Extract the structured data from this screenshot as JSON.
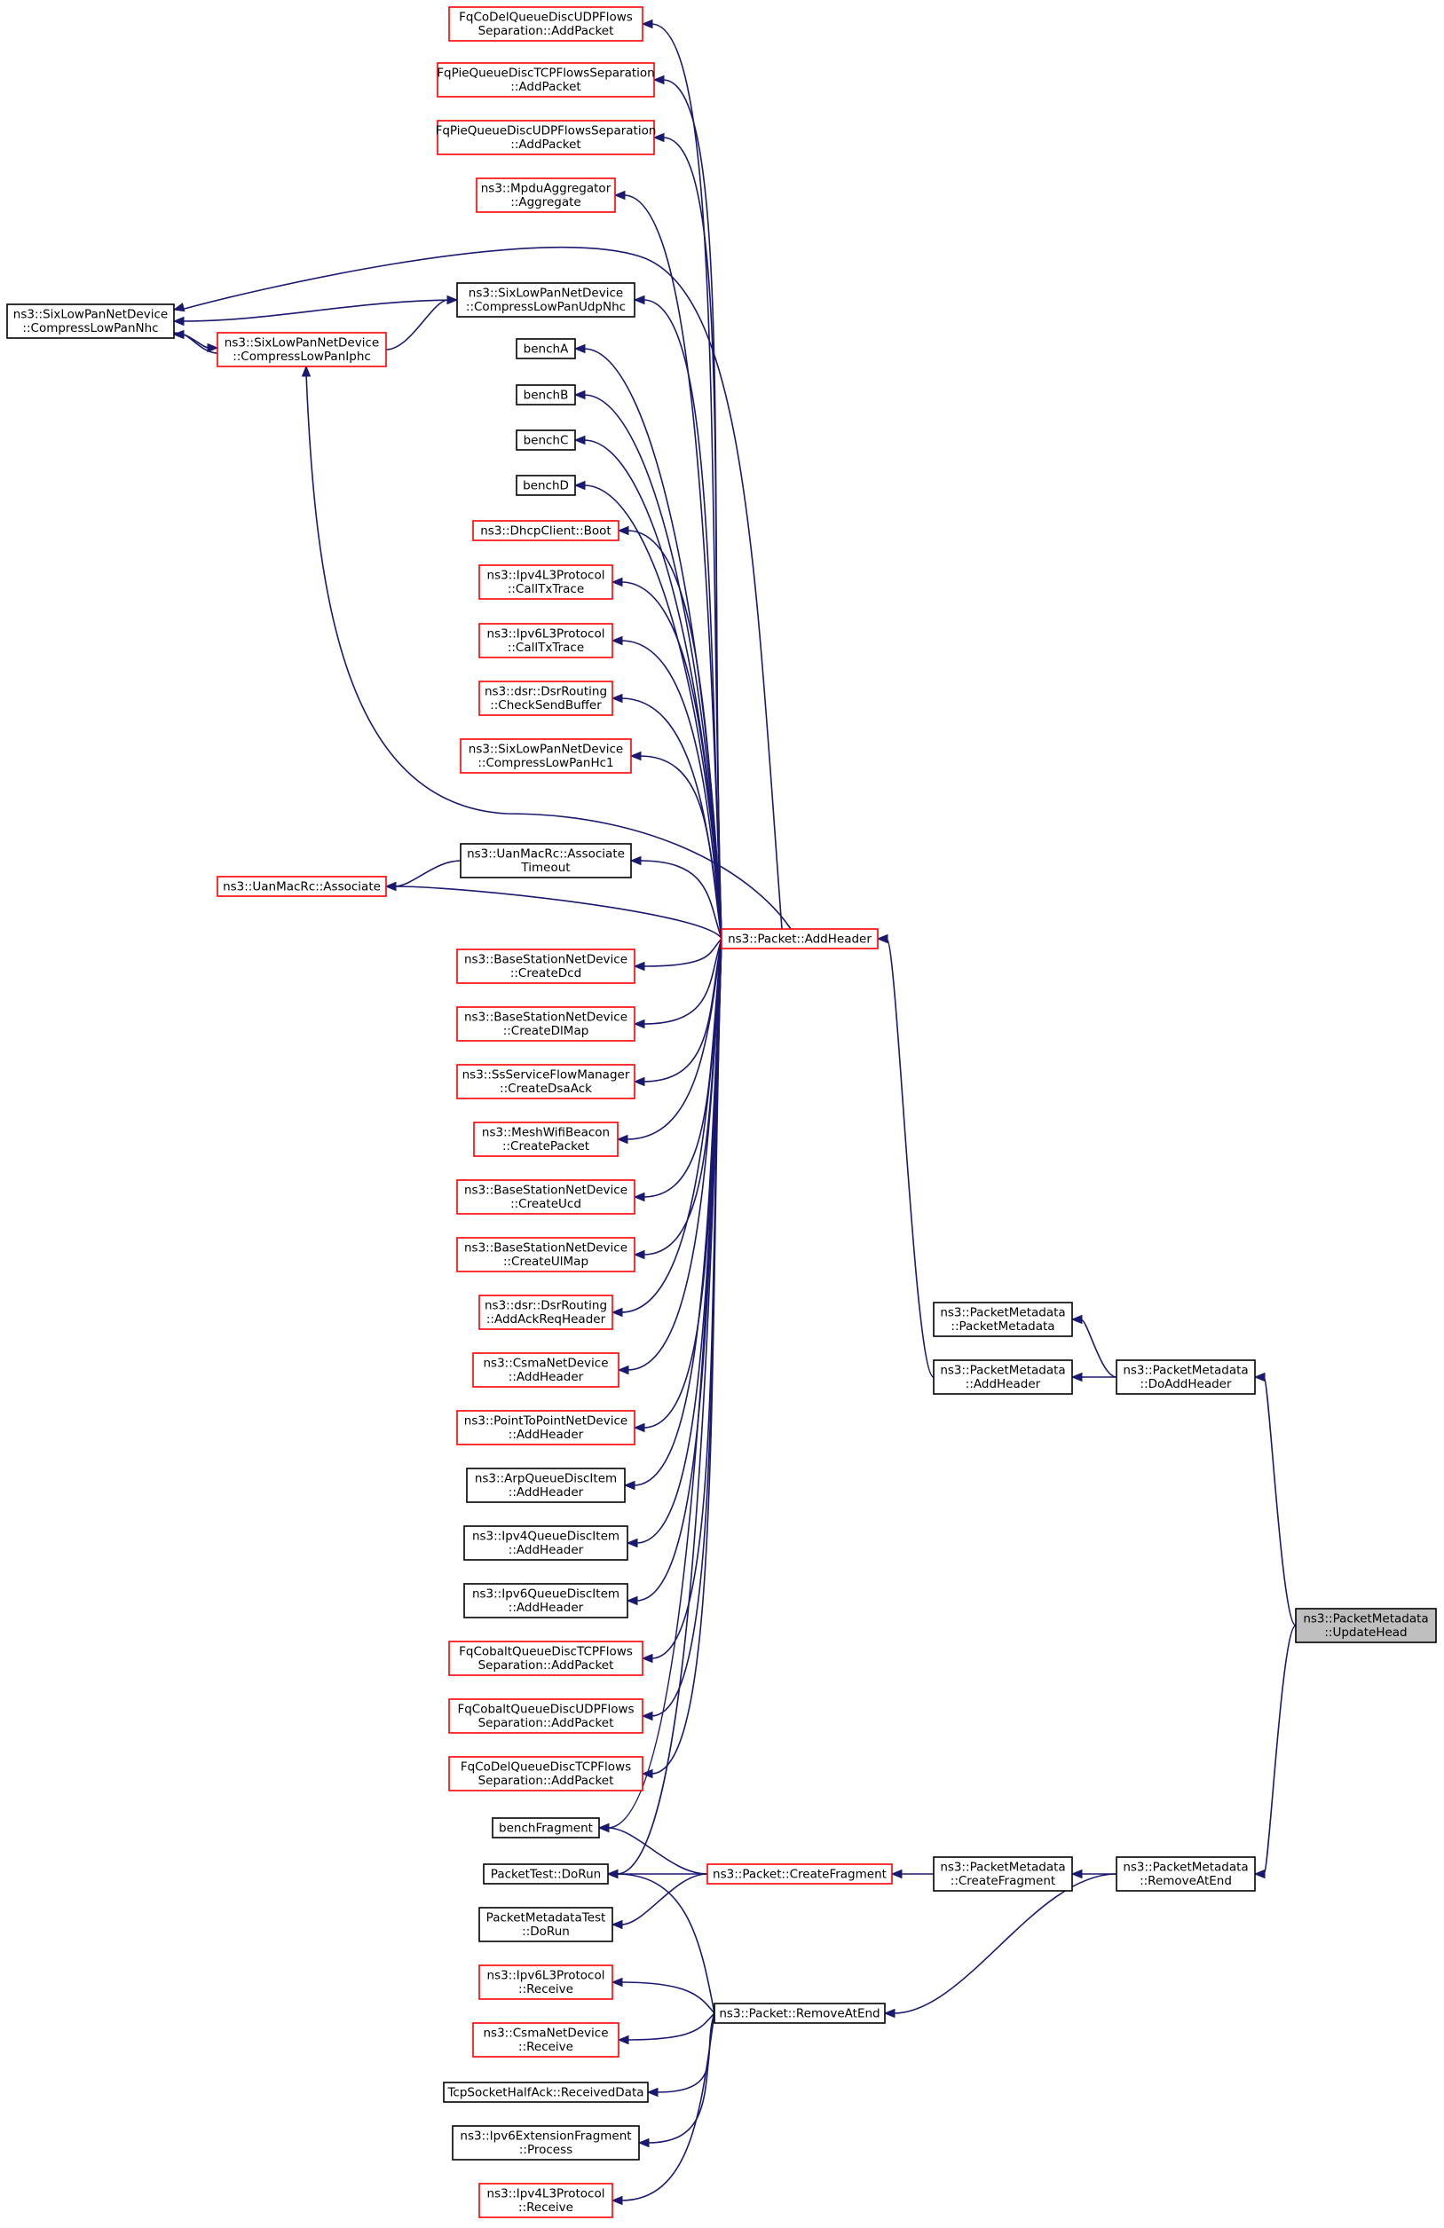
{
  "colors": {
    "edge": "#191970",
    "border_normal": "#000000",
    "border_truncated": "#ff0000",
    "focus_fill": "#bfbfbf"
  },
  "nodes": [
    {
      "id": "fqcodel_udp",
      "lines": [
        "FqCoDelQueueDiscUDPFlows",
        "Separation::AddPacket"
      ],
      "style": "red"
    },
    {
      "id": "fqpie_tcp",
      "lines": [
        "FqPieQueueDiscTCPFlowsSeparation",
        "::AddPacket"
      ],
      "style": "red"
    },
    {
      "id": "fqpie_udp",
      "lines": [
        "FqPieQueueDiscUDPFlowsSeparation",
        "::AddPacket"
      ],
      "style": "red"
    },
    {
      "id": "mpdu_aggregate",
      "lines": [
        "ns3::MpduAggregator",
        "::Aggregate"
      ],
      "style": "red"
    },
    {
      "id": "compress_nhc",
      "lines": [
        "ns3::SixLowPanNetDevice",
        "::CompressLowPanNhc"
      ],
      "style": "black"
    },
    {
      "id": "compress_udpnhc",
      "lines": [
        "ns3::SixLowPanNetDevice",
        "::CompressLowPanUdpNhc"
      ],
      "style": "black"
    },
    {
      "id": "compress_iphc",
      "lines": [
        "ns3::SixLowPanNetDevice",
        "::CompressLowPanIphc"
      ],
      "style": "red"
    },
    {
      "id": "bench_a",
      "lines": [
        "benchA"
      ],
      "style": "black"
    },
    {
      "id": "bench_b",
      "lines": [
        "benchB"
      ],
      "style": "black"
    },
    {
      "id": "bench_c",
      "lines": [
        "benchC"
      ],
      "style": "black"
    },
    {
      "id": "bench_d",
      "lines": [
        "benchD"
      ],
      "style": "black"
    },
    {
      "id": "dhcp_boot",
      "lines": [
        "ns3::DhcpClient::Boot"
      ],
      "style": "red"
    },
    {
      "id": "ipv4_calltx",
      "lines": [
        "ns3::Ipv4L3Protocol",
        "::CallTxTrace"
      ],
      "style": "red"
    },
    {
      "id": "ipv6_calltx",
      "lines": [
        "ns3::Ipv6L3Protocol",
        "::CallTxTrace"
      ],
      "style": "red"
    },
    {
      "id": "dsr_checksend",
      "lines": [
        "ns3::dsr::DsrRouting",
        "::CheckSendBuffer"
      ],
      "style": "red"
    },
    {
      "id": "compress_hc1",
      "lines": [
        "ns3::SixLowPanNetDevice",
        "::CompressLowPanHc1"
      ],
      "style": "red"
    },
    {
      "id": "uan_assoc_timeout",
      "lines": [
        "ns3::UanMacRc::Associate",
        "Timeout"
      ],
      "style": "black"
    },
    {
      "id": "uan_assoc",
      "lines": [
        "ns3::UanMacRc::Associate"
      ],
      "style": "red"
    },
    {
      "id": "packet_addheader",
      "lines": [
        "ns3::Packet::AddHeader"
      ],
      "style": "red"
    },
    {
      "id": "bs_createdcd",
      "lines": [
        "ns3::BaseStationNetDevice",
        "::CreateDcd"
      ],
      "style": "red"
    },
    {
      "id": "bs_createdlmap",
      "lines": [
        "ns3::BaseStationNetDevice",
        "::CreateDlMap"
      ],
      "style": "red"
    },
    {
      "id": "ss_createdsaack",
      "lines": [
        "ns3::SsServiceFlowManager",
        "::CreateDsaAck"
      ],
      "style": "red"
    },
    {
      "id": "mesh_createpacket",
      "lines": [
        "ns3::MeshWifiBeacon",
        "::CreatePacket"
      ],
      "style": "red"
    },
    {
      "id": "bs_createucd",
      "lines": [
        "ns3::BaseStationNetDevice",
        "::CreateUcd"
      ],
      "style": "red"
    },
    {
      "id": "bs_createulmap",
      "lines": [
        "ns3::BaseStationNetDevice",
        "::CreateUlMap"
      ],
      "style": "red"
    },
    {
      "id": "dsr_addackreq",
      "lines": [
        "ns3::dsr::DsrRouting",
        "::AddAckReqHeader"
      ],
      "style": "red"
    },
    {
      "id": "csma_addheader",
      "lines": [
        "ns3::CsmaNetDevice",
        "::AddHeader"
      ],
      "style": "red"
    },
    {
      "id": "p2p_addheader",
      "lines": [
        "ns3::PointToPointNetDevice",
        "::AddHeader"
      ],
      "style": "red"
    },
    {
      "id": "arp_addheader",
      "lines": [
        "ns3::ArpQueueDiscItem",
        "::AddHeader"
      ],
      "style": "black"
    },
    {
      "id": "ipv4qdi_addheader",
      "lines": [
        "ns3::Ipv4QueueDiscItem",
        "::AddHeader"
      ],
      "style": "black"
    },
    {
      "id": "ipv6qdi_addheader",
      "lines": [
        "ns3::Ipv6QueueDiscItem",
        "::AddHeader"
      ],
      "style": "black"
    },
    {
      "id": "fqcobalt_tcp",
      "lines": [
        "FqCobaltQueueDiscTCPFlows",
        "Separation::AddPacket"
      ],
      "style": "red"
    },
    {
      "id": "fqcobalt_udp",
      "lines": [
        "FqCobaltQueueDiscUDPFlows",
        "Separation::AddPacket"
      ],
      "style": "red"
    },
    {
      "id": "fqcodel_tcp",
      "lines": [
        "FqCoDelQueueDiscTCPFlows",
        "Separation::AddPacket"
      ],
      "style": "red"
    },
    {
      "id": "bench_fragment",
      "lines": [
        "benchFragment"
      ],
      "style": "black"
    },
    {
      "id": "packettest_dorun",
      "lines": [
        "PacketTest::DoRun"
      ],
      "style": "black"
    },
    {
      "id": "pmtest_dorun",
      "lines": [
        "PacketMetadataTest",
        "::DoRun"
      ],
      "style": "black"
    },
    {
      "id": "ipv6_receive",
      "lines": [
        "ns3::Ipv6L3Protocol",
        "::Receive"
      ],
      "style": "red"
    },
    {
      "id": "csma_receive",
      "lines": [
        "ns3::CsmaNetDevice",
        "::Receive"
      ],
      "style": "red"
    },
    {
      "id": "tcp_received",
      "lines": [
        "TcpSocketHalfAck::ReceivedData"
      ],
      "style": "black"
    },
    {
      "id": "ipv6ext_process",
      "lines": [
        "ns3::Ipv6ExtensionFragment",
        "::Process"
      ],
      "style": "black"
    },
    {
      "id": "ipv4_receive",
      "lines": [
        "ns3::Ipv4L3Protocol",
        "::Receive"
      ],
      "style": "red"
    },
    {
      "id": "packet_createfragment",
      "lines": [
        "ns3::Packet::CreateFragment"
      ],
      "style": "red"
    },
    {
      "id": "packet_removeatend",
      "lines": [
        "ns3::Packet::RemoveAtEnd"
      ],
      "style": "black"
    },
    {
      "id": "pm_packetmetadata",
      "lines": [
        "ns3::PacketMetadata",
        "::PacketMetadata"
      ],
      "style": "black"
    },
    {
      "id": "pm_addheader",
      "lines": [
        "ns3::PacketMetadata",
        "::AddHeader"
      ],
      "style": "black"
    },
    {
      "id": "pm_createfragment",
      "lines": [
        "ns3::PacketMetadata",
        "::CreateFragment"
      ],
      "style": "black"
    },
    {
      "id": "pm_doaddheader",
      "lines": [
        "ns3::PacketMetadata",
        "::DoAddHeader"
      ],
      "style": "black"
    },
    {
      "id": "pm_removeatend",
      "lines": [
        "ns3::PacketMetadata",
        "::RemoveAtEnd"
      ],
      "style": "black"
    },
    {
      "id": "pm_updatehead",
      "lines": [
        "ns3::PacketMetadata",
        "::UpdateHead"
      ],
      "style": "gray"
    }
  ],
  "edges": [
    {
      "from": "pm_updatehead",
      "to": "pm_doaddheader"
    },
    {
      "from": "pm_updatehead",
      "to": "pm_removeatend"
    },
    {
      "from": "pm_doaddheader",
      "to": "pm_packetmetadata"
    },
    {
      "from": "pm_doaddheader",
      "to": "pm_addheader"
    },
    {
      "from": "pm_removeatend",
      "to": "pm_createfragment"
    },
    {
      "from": "pm_removeatend",
      "to": "packet_removeatend"
    },
    {
      "from": "pm_addheader",
      "to": "packet_addheader"
    },
    {
      "from": "pm_createfragment",
      "to": "packet_createfragment"
    },
    {
      "from": "packet_addheader",
      "to": "fqcodel_udp"
    },
    {
      "from": "packet_addheader",
      "to": "fqpie_tcp"
    },
    {
      "from": "packet_addheader",
      "to": "fqpie_udp"
    },
    {
      "from": "packet_addheader",
      "to": "mpdu_aggregate"
    },
    {
      "from": "packet_addheader",
      "to": "compress_nhc"
    },
    {
      "from": "packet_addheader",
      "to": "compress_udpnhc"
    },
    {
      "from": "packet_addheader",
      "to": "compress_iphc"
    },
    {
      "from": "packet_addheader",
      "to": "bench_a"
    },
    {
      "from": "packet_addheader",
      "to": "bench_b"
    },
    {
      "from": "packet_addheader",
      "to": "bench_c"
    },
    {
      "from": "packet_addheader",
      "to": "bench_d"
    },
    {
      "from": "packet_addheader",
      "to": "dhcp_boot"
    },
    {
      "from": "packet_addheader",
      "to": "ipv4_calltx"
    },
    {
      "from": "packet_addheader",
      "to": "ipv6_calltx"
    },
    {
      "from": "packet_addheader",
      "to": "dsr_checksend"
    },
    {
      "from": "packet_addheader",
      "to": "compress_hc1"
    },
    {
      "from": "packet_addheader",
      "to": "uan_assoc_timeout"
    },
    {
      "from": "packet_addheader",
      "to": "uan_assoc"
    },
    {
      "from": "packet_addheader",
      "to": "bs_createdcd"
    },
    {
      "from": "packet_addheader",
      "to": "bs_createdlmap"
    },
    {
      "from": "packet_addheader",
      "to": "ss_createdsaack"
    },
    {
      "from": "packet_addheader",
      "to": "mesh_createpacket"
    },
    {
      "from": "packet_addheader",
      "to": "bs_createucd"
    },
    {
      "from": "packet_addheader",
      "to": "bs_createulmap"
    },
    {
      "from": "packet_addheader",
      "to": "dsr_addackreq"
    },
    {
      "from": "packet_addheader",
      "to": "csma_addheader"
    },
    {
      "from": "packet_addheader",
      "to": "p2p_addheader"
    },
    {
      "from": "packet_addheader",
      "to": "arp_addheader"
    },
    {
      "from": "packet_addheader",
      "to": "ipv4qdi_addheader"
    },
    {
      "from": "packet_addheader",
      "to": "ipv6qdi_addheader"
    },
    {
      "from": "packet_addheader",
      "to": "fqcobalt_tcp"
    },
    {
      "from": "packet_addheader",
      "to": "fqcobalt_udp"
    },
    {
      "from": "packet_addheader",
      "to": "fqcodel_tcp"
    },
    {
      "from": "packet_addheader",
      "to": "bench_fragment"
    },
    {
      "from": "packet_addheader",
      "to": "packettest_dorun"
    },
    {
      "from": "compress_udpnhc",
      "to": "compress_nhc"
    },
    {
      "from": "compress_iphc",
      "to": "compress_udpnhc"
    },
    {
      "from": "compress_nhc",
      "to": "compress_iphc"
    },
    {
      "from": "compress_iphc",
      "to": "compress_nhc"
    },
    {
      "from": "uan_assoc_timeout",
      "to": "uan_assoc"
    },
    {
      "from": "packet_createfragment",
      "to": "bench_fragment"
    },
    {
      "from": "packet_createfragment",
      "to": "packettest_dorun"
    },
    {
      "from": "packet_createfragment",
      "to": "pmtest_dorun"
    },
    {
      "from": "packet_removeatend",
      "to": "packettest_dorun"
    },
    {
      "from": "packet_removeatend",
      "to": "ipv6_receive"
    },
    {
      "from": "packet_removeatend",
      "to": "csma_receive"
    },
    {
      "from": "packet_removeatend",
      "to": "tcp_received"
    },
    {
      "from": "packet_removeatend",
      "to": "ipv6ext_process"
    },
    {
      "from": "packet_removeatend",
      "to": "ipv4_receive"
    }
  ]
}
